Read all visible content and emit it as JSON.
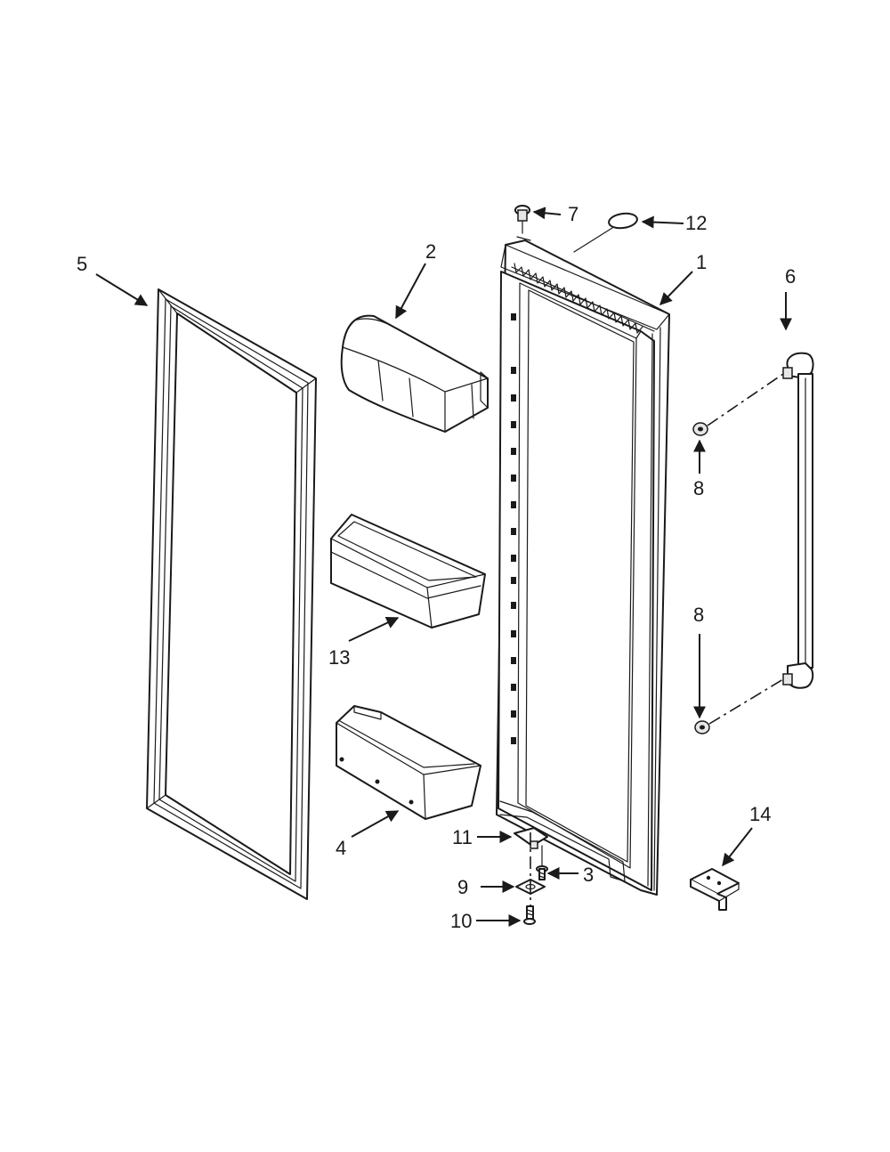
{
  "callouts": [
    {
      "id": "1",
      "text": "1",
      "part": "door"
    },
    {
      "id": "2",
      "text": "2",
      "part": "upper-door-bin-with-cover"
    },
    {
      "id": "3",
      "text": "3",
      "part": "hinge-screw"
    },
    {
      "id": "4",
      "text": "4",
      "part": "lower-door-bin"
    },
    {
      "id": "5",
      "text": "5",
      "part": "door-gasket"
    },
    {
      "id": "6",
      "text": "6",
      "part": "door-handle"
    },
    {
      "id": "7",
      "text": "7",
      "part": "top-hinge-pin"
    },
    {
      "id": "8a",
      "text": "8",
      "part": "handle-nut-upper"
    },
    {
      "id": "8b",
      "text": "8",
      "part": "handle-nut-lower"
    },
    {
      "id": "9",
      "text": "9",
      "part": "bottom-hinge-bushing"
    },
    {
      "id": "10",
      "text": "10",
      "part": "bottom-hinge-screw"
    },
    {
      "id": "11",
      "text": "11",
      "part": "door-stop"
    },
    {
      "id": "12",
      "text": "12",
      "part": "o-ring"
    },
    {
      "id": "13",
      "text": "13",
      "part": "middle-door-bin"
    },
    {
      "id": "14",
      "text": "14",
      "part": "door-closer-bracket"
    }
  ]
}
